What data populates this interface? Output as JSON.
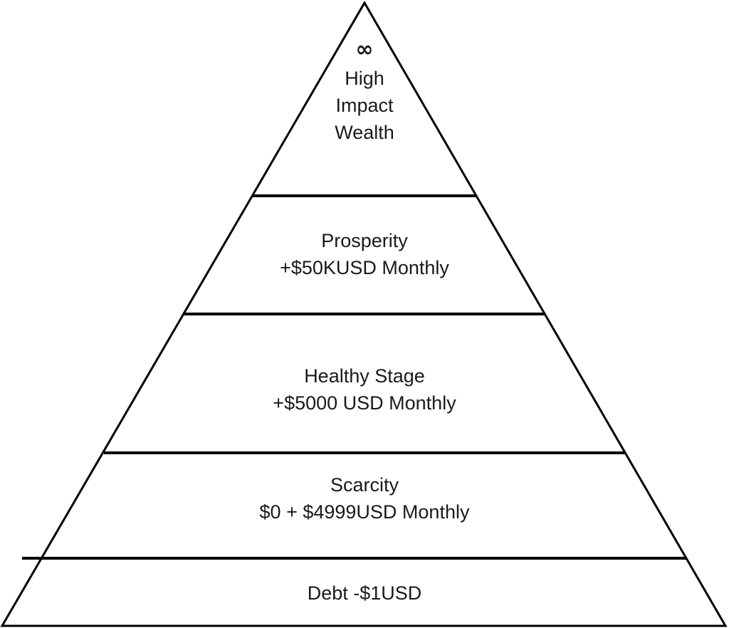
{
  "pyramid": {
    "levels": [
      {
        "id": "high-impact-wealth",
        "symbol": "∞",
        "lines": [
          "High",
          "Impact",
          "Wealth"
        ]
      },
      {
        "id": "prosperity",
        "lines": [
          "Prosperity",
          "+$50KUSD Monthly"
        ]
      },
      {
        "id": "healthy-stage",
        "lines": [
          "Healthy Stage",
          "+$5000 USD Monthly"
        ]
      },
      {
        "id": "scarcity",
        "lines": [
          "Scarcity",
          "$0 + $4999USD Monthly"
        ]
      },
      {
        "id": "debt",
        "lines": [
          "Debt -$1USD"
        ]
      }
    ],
    "colors": {
      "outline": "#000000",
      "text": "#1a1a1a",
      "background": "#ffffff"
    }
  }
}
